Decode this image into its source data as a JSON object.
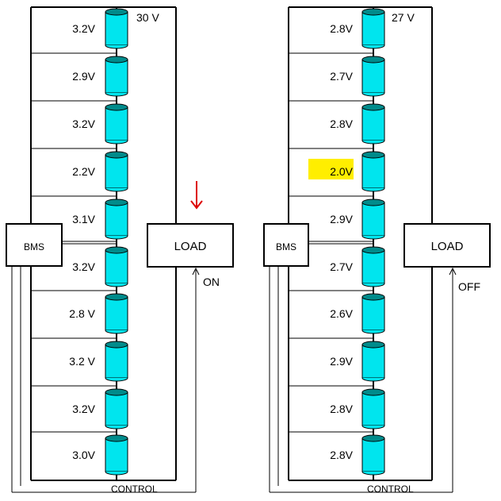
{
  "colors": {
    "cell_fill": "#00e5ee",
    "cell_top": "#008b8b",
    "line": "#000000",
    "arrow": "#dd0000",
    "highlight": "#ffee00",
    "background": "#ffffff"
  },
  "panels": [
    {
      "id": "left",
      "total_voltage": "30 V",
      "cell_voltages": [
        "3.2V",
        "2.9V",
        "3.2V",
        "2.2V",
        "3.1V",
        "3.2V",
        "2.8 V",
        "3.2 V",
        "3.2V",
        "3.0V"
      ],
      "highlighted_cell_index": null,
      "bms_label": "BMS",
      "load_label": "LOAD",
      "switch_state": "ON",
      "control_label": "CONTROL",
      "arrow_icon": "down-arrow-icon",
      "show_arrow": true
    },
    {
      "id": "right",
      "total_voltage": "27 V",
      "cell_voltages": [
        "2.8V",
        "2.7V",
        "2.8V",
        "2.0V",
        "2.9V",
        "2.7V",
        "2.6V",
        "2.9V",
        "2.8V",
        "2.8V"
      ],
      "highlighted_cell_index": 3,
      "bms_label": "BMS",
      "load_label": "LOAD",
      "switch_state": "OFF",
      "control_label": "CONTROL",
      "arrow_icon": null,
      "show_arrow": false
    }
  ]
}
